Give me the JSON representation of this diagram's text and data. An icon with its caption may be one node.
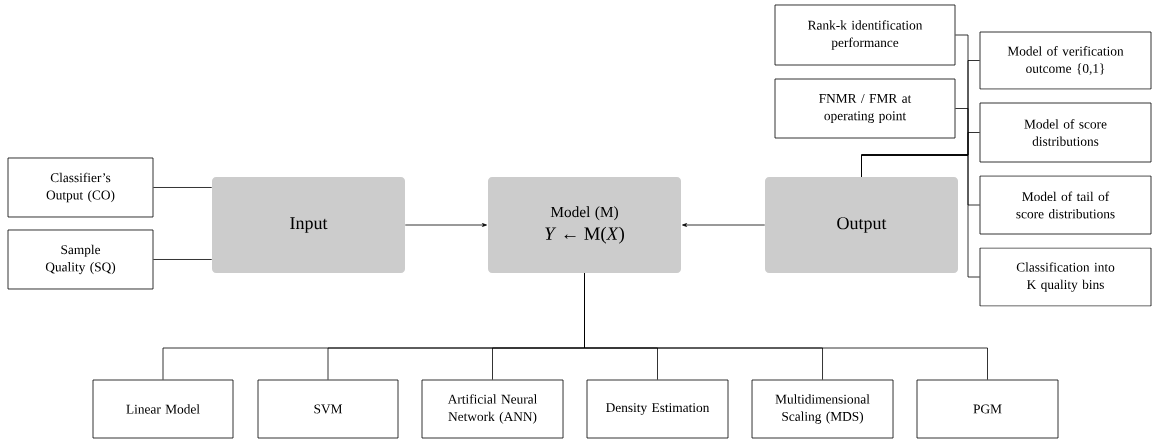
{
  "diagram": {
    "nodes": [
      {
        "text": [
          "Classifier’s Output (CO)"
        ]
      },
      {
        "text": [
          "Sample Quality (SQ)"
        ]
      },
      {
        "text": [
          "Input"
        ]
      },
      {
        "text": [
          "Model (M)",
          "*Y* ← M(*X*)"
        ]
      },
      {
        "text": [
          "Output"
        ]
      },
      {
        "text": [
          "Rank-k identification performance"
        ]
      },
      {
        "text": [
          "FNMR / FMR at operating point"
        ]
      },
      {
        "text": [
          "Model of verification outcome {0,1}"
        ]
      },
      {
        "text": [
          "Model of score distributions"
        ]
      },
      {
        "text": [
          "Model of tail of score distributions"
        ]
      },
      {
        "text": [
          "Classification into K quality bins"
        ]
      },
      {
        "text": [
          "Linear Model"
        ]
      },
      {
        "text": [
          "SVM"
        ]
      },
      {
        "text": [
          "Artificial Neural Network (ANN)"
        ]
      },
      {
        "text": [
          "Density Estimation"
        ]
      },
      {
        "text": [
          "Multidimensional Scaling (MDS)"
        ]
      },
      {
        "text": [
          "PGM"
        ]
      }
    ],
    "edges": [
      {
        "from": 0,
        "to": 2,
        "arrow": "none"
      },
      {
        "from": 1,
        "to": 2,
        "arrow": "none"
      },
      {
        "from": 2,
        "to": 3,
        "arrow": "to"
      },
      {
        "from": 4,
        "to": 3,
        "arrow": "to"
      },
      {
        "from": 4,
        "to": 5,
        "arrow": "none"
      },
      {
        "from": 4,
        "to": 6,
        "arrow": "none"
      },
      {
        "from": 4,
        "to": 7,
        "arrow": "none"
      },
      {
        "from": 4,
        "to": 8,
        "arrow": "none"
      },
      {
        "from": 4,
        "to": 9,
        "arrow": "none"
      },
      {
        "from": 4,
        "to": 10,
        "arrow": "none"
      },
      {
        "from": 3,
        "to": 11,
        "arrow": "none"
      },
      {
        "from": 3,
        "to": 12,
        "arrow": "none"
      },
      {
        "from": 3,
        "to": 13,
        "arrow": "none"
      },
      {
        "from": 3,
        "to": 14,
        "arrow": "none"
      },
      {
        "from": 3,
        "to": 15,
        "arrow": "none"
      },
      {
        "from": 3,
        "to": 16,
        "arrow": "none"
      }
    ]
  }
}
